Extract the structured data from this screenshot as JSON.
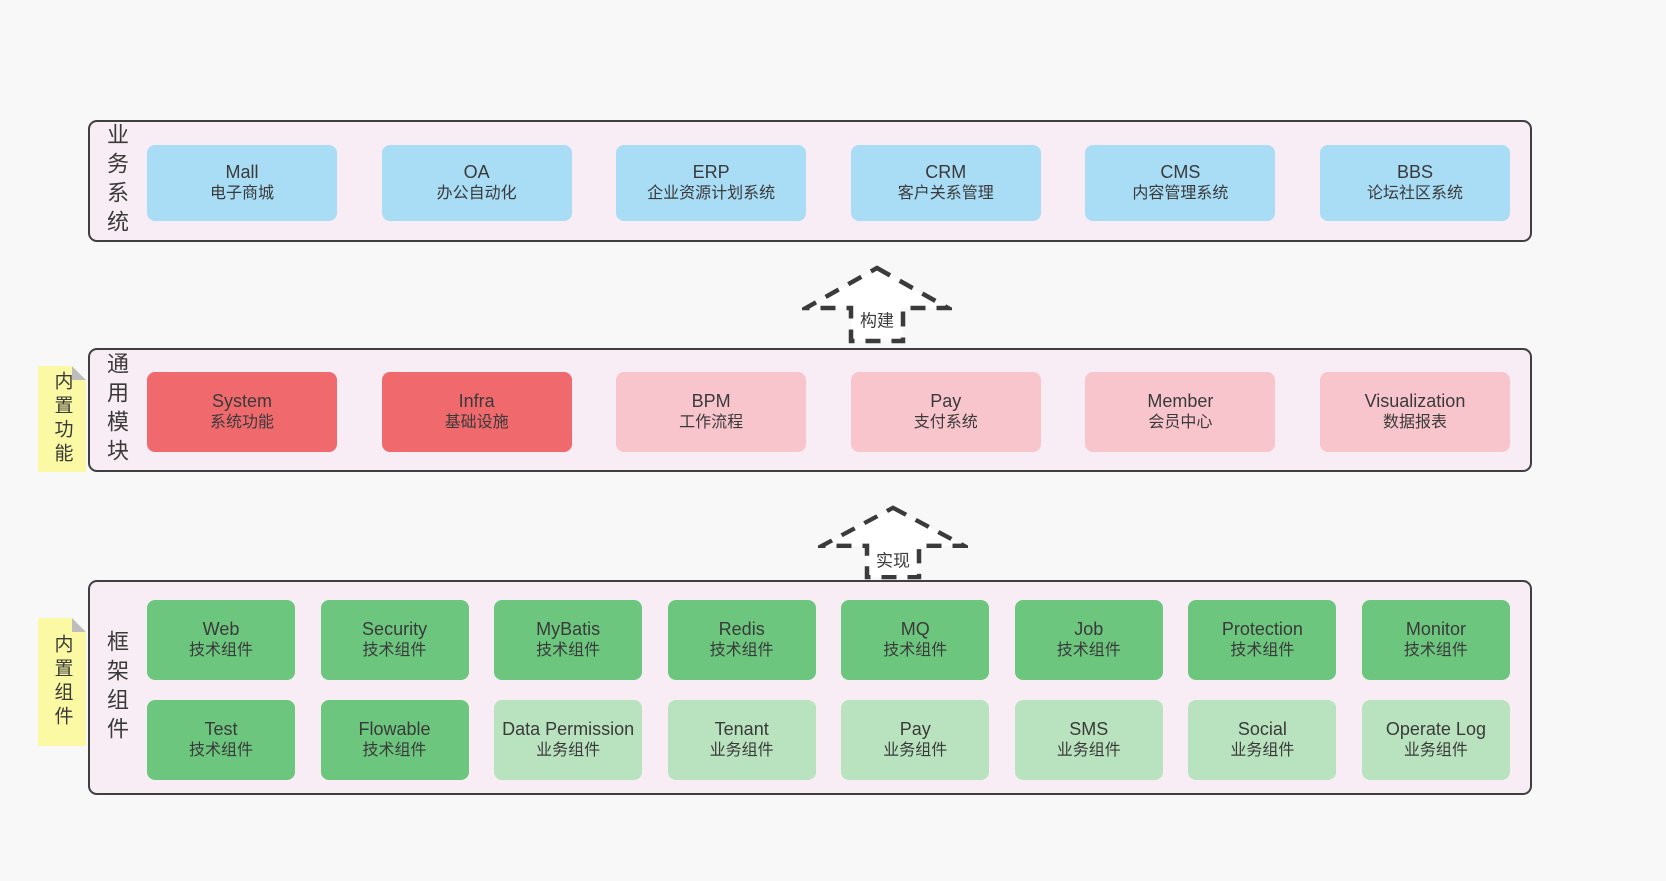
{
  "colors": {
    "background": "#f8f8f8",
    "layer_fill": "#f8edf5",
    "layer_border": "#3f3f3f",
    "blue_box": "#a9dcf5",
    "red_box": "#f0696d",
    "pink_box": "#f9c5cd",
    "green_box": "#6cc67e",
    "light_green_box": "#b9e3bf",
    "tag_yellow": "#fcf9a4",
    "fold_gray": "#bdbdbd",
    "text": "#3a3a3a"
  },
  "arrows": [
    {
      "label": "构建"
    },
    {
      "label": "实现"
    }
  ],
  "layers": [
    {
      "label": "业务系统",
      "boxes": [
        {
          "name": "Mall",
          "desc": "电子商城",
          "variant": "blue"
        },
        {
          "name": "OA",
          "desc": "办公自动化",
          "variant": "blue"
        },
        {
          "name": "ERP",
          "desc": "企业资源计划系统",
          "variant": "blue"
        },
        {
          "name": "CRM",
          "desc": "客户关系管理",
          "variant": "blue"
        },
        {
          "name": "CMS",
          "desc": "内容管理系统",
          "variant": "blue"
        },
        {
          "name": "BBS",
          "desc": "论坛社区系统",
          "variant": "blue"
        }
      ]
    },
    {
      "label": "通用模块",
      "tag": "内置功能",
      "boxes": [
        {
          "name": "System",
          "desc": "系统功能",
          "variant": "red"
        },
        {
          "name": "Infra",
          "desc": "基础设施",
          "variant": "red"
        },
        {
          "name": "BPM",
          "desc": "工作流程",
          "variant": "pink"
        },
        {
          "name": "Pay",
          "desc": "支付系统",
          "variant": "pink"
        },
        {
          "name": "Member",
          "desc": "会员中心",
          "variant": "pink"
        },
        {
          "name": "Visualization",
          "desc": "数据报表",
          "variant": "pink"
        }
      ]
    },
    {
      "label": "框架组件",
      "tag": "内置组件",
      "row1": [
        {
          "name": "Web",
          "desc": "技术组件",
          "variant": "green"
        },
        {
          "name": "Security",
          "desc": "技术组件",
          "variant": "green"
        },
        {
          "name": "MyBatis",
          "desc": "技术组件",
          "variant": "green"
        },
        {
          "name": "Redis",
          "desc": "技术组件",
          "variant": "green"
        },
        {
          "name": "MQ",
          "desc": "技术组件",
          "variant": "green"
        },
        {
          "name": "Job",
          "desc": "技术组件",
          "variant": "green"
        },
        {
          "name": "Protection",
          "desc": "技术组件",
          "variant": "green"
        },
        {
          "name": "Monitor",
          "desc": "技术组件",
          "variant": "green"
        }
      ],
      "row2": [
        {
          "name": "Test",
          "desc": "技术组件",
          "variant": "green"
        },
        {
          "name": "Flowable",
          "desc": "技术组件",
          "variant": "green"
        },
        {
          "name": "Data Permission",
          "desc": "业务组件",
          "variant": "light-green"
        },
        {
          "name": "Tenant",
          "desc": "业务组件",
          "variant": "light-green"
        },
        {
          "name": "Pay",
          "desc": "业务组件",
          "variant": "light-green"
        },
        {
          "name": "SMS",
          "desc": "业务组件",
          "variant": "light-green"
        },
        {
          "name": "Social",
          "desc": "业务组件",
          "variant": "light-green"
        },
        {
          "name": "Operate Log",
          "desc": "业务组件",
          "variant": "light-green"
        }
      ]
    }
  ]
}
